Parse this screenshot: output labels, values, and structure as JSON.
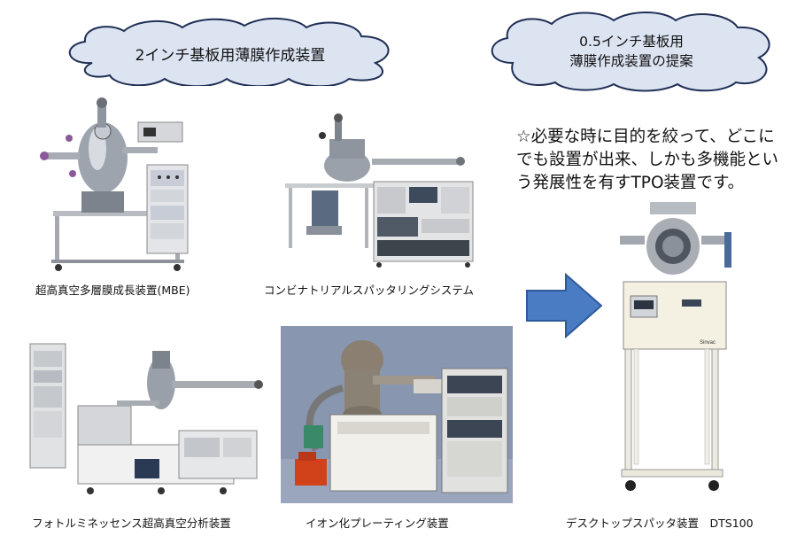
{
  "clouds": {
    "left": {
      "text": "2インチ基板用薄膜作成装置"
    },
    "right": {
      "line1": "0.5インチ基板用",
      "line2": "薄膜作成装置の提案"
    }
  },
  "description": {
    "line1": "☆必要な時に目的を絞って、どこに",
    "line2": "でも設置が出来、しかも多機能とい",
    "line3": "う発展性を有すTPO装置です。"
  },
  "captions": {
    "mbe": "超高真空多層膜成長装置(MBE)",
    "combi": "コンビナトリアルスパッタリングシステム",
    "photo_lum": "フォトルミネッセンス超高真空分析装置",
    "ion": "イオン化プレーティング装置",
    "dts": "デスクトップスパッタ装置　DTS100"
  },
  "device_label": "Sinvac",
  "colors": {
    "cloud_fill": "#dce4f2",
    "cloud_stroke": "#1f2f55",
    "arrow_fill": "#4a7cc4",
    "arrow_stroke": "#2e5a9c"
  }
}
